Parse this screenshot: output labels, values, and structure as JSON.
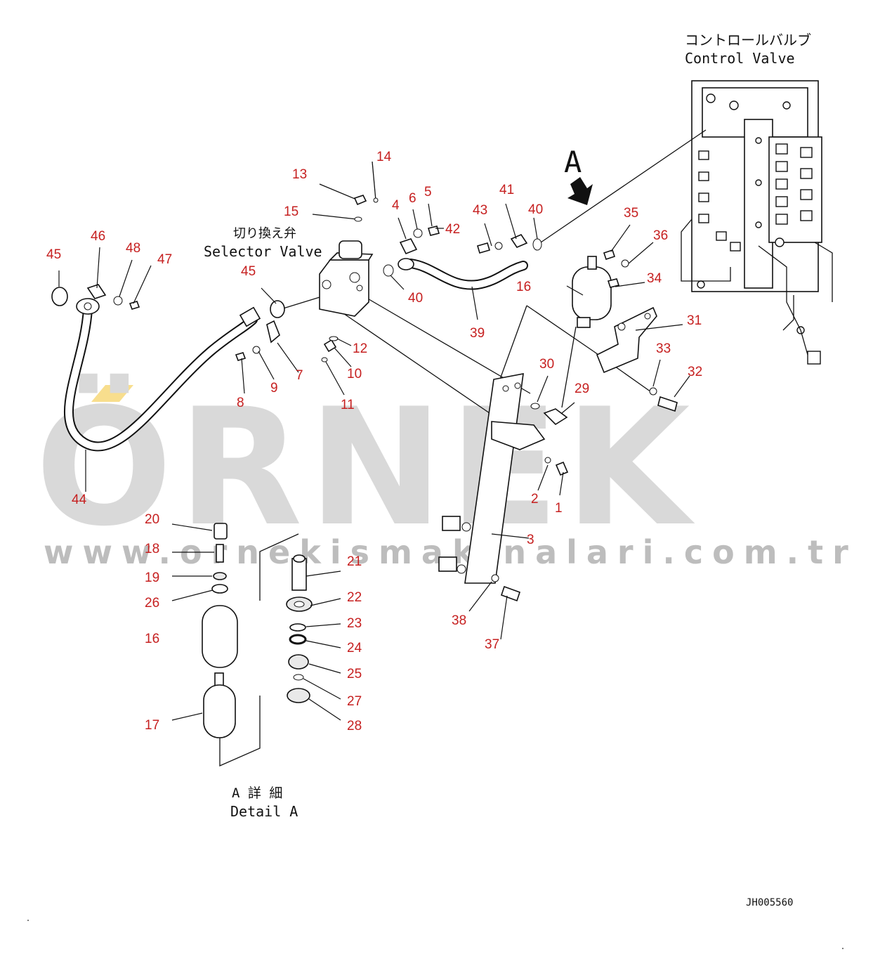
{
  "watermark": {
    "brand": "ÖRNEK",
    "url": "www.ornekismakinalari.com.tr",
    "accent_color": "#f2c230"
  },
  "labels": {
    "control_valve_jp": "コントロールバルブ",
    "control_valve_en": "Control Valve",
    "selector_valve_jp": "切り換え弁",
    "selector_valve_en": "Selector Valve",
    "view_arrow": "A",
    "detail_jp": "A 詳 細",
    "detail_en": "Detail A",
    "drawing_code": "JH005560"
  },
  "callouts": [
    "1",
    "2",
    "3",
    "4",
    "5",
    "6",
    "7",
    "8",
    "9",
    "10",
    "11",
    "12",
    "13",
    "14",
    "15",
    "16",
    "16b",
    "17",
    "18",
    "19",
    "20",
    "21",
    "22",
    "23",
    "24",
    "25",
    "26",
    "27",
    "28",
    "29",
    "30",
    "31",
    "32",
    "33",
    "34",
    "35",
    "36",
    "37",
    "38",
    "39",
    "40",
    "40b",
    "41",
    "42",
    "43",
    "44",
    "45",
    "45b",
    "46",
    "47",
    "48"
  ],
  "callout_text": {
    "1": "1",
    "2": "2",
    "3": "3",
    "4": "4",
    "5": "5",
    "6": "6",
    "7": "7",
    "8": "8",
    "9": "9",
    "10": "10",
    "11": "11",
    "12": "12",
    "13": "13",
    "14": "14",
    "15": "15",
    "16": "16",
    "16b": "16",
    "17": "17",
    "18": "18",
    "19": "19",
    "20": "20",
    "21": "21",
    "22": "22",
    "23": "23",
    "24": "24",
    "25": "25",
    "26": "26",
    "27": "27",
    "28": "28",
    "29": "29",
    "30": "30",
    "31": "31",
    "32": "32",
    "33": "33",
    "34": "34",
    "35": "35",
    "36": "36",
    "37": "37",
    "38": "38",
    "39": "39",
    "40": "40",
    "40b": "40",
    "41": "41",
    "42": "42",
    "43": "43",
    "44": "44",
    "45": "45",
    "45b": "45",
    "46": "46",
    "47": "47",
    "48": "48"
  },
  "colors": {
    "callout": "#c62020",
    "line": "#111111",
    "watermark": "#d9d9d9"
  }
}
